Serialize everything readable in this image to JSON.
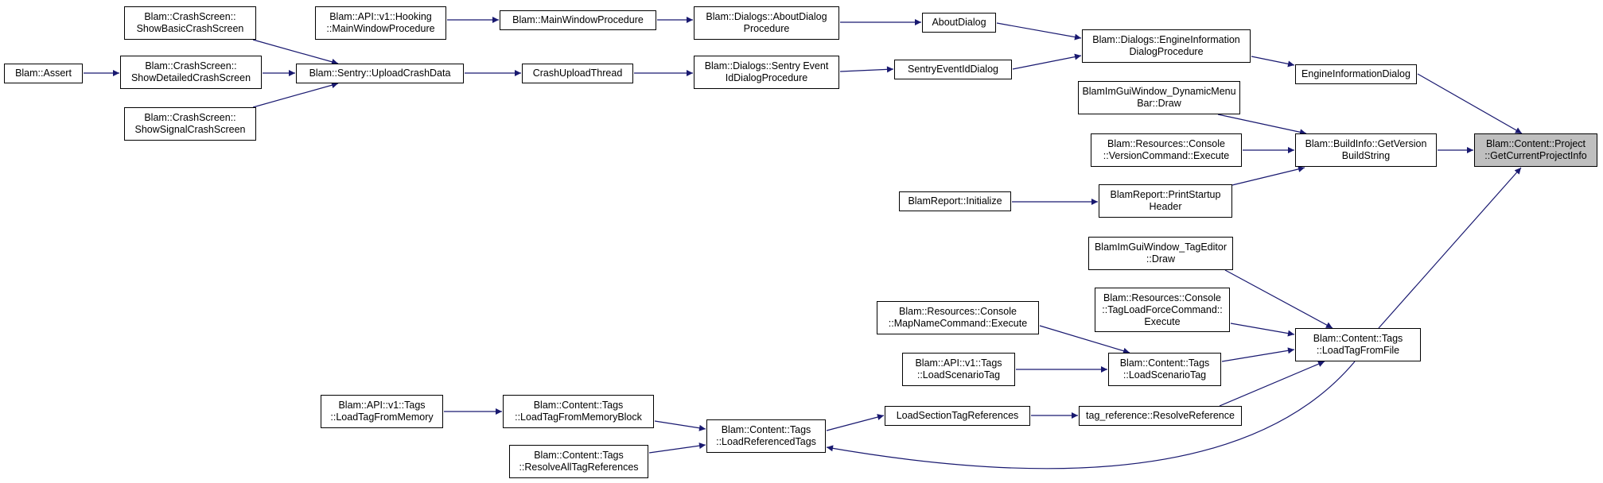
{
  "colors": {
    "edge": "#191970",
    "root_fill": "#bfbfbf",
    "node_fill": "#ffffff",
    "node_border": "#000000"
  },
  "nodes": {
    "n_root": "Blam::Content::Project\n::GetCurrentProjectInfo",
    "n_eid": "EngineInformationDialog",
    "n_bis": "Blam::BuildInfo::GetVersion\nBuildString",
    "n_ltff": "Blam::Content::Tags\n::LoadTagFromFile",
    "n_eidp": "Blam::Dialogs::EngineInformation\nDialogProcedure",
    "n_about": "AboutDialog",
    "n_sentry": "SentryEventIdDialog",
    "n_adp": "Blam::Dialogs::AboutDialog\nProcedure",
    "n_sdp": "Blam::Dialogs::Sentry Event\nIdDialogProcedure",
    "n_mwp": "Blam::MainWindowProcedure",
    "n_cut": "CrashUploadThread",
    "n_hook": "Blam::API::v1::Hooking\n::MainWindowProcedure",
    "n_ucd": "Blam::Sentry::UploadCrashData",
    "n_basic": "Blam::CrashScreen::\nShowBasicCrashScreen",
    "n_detail": "Blam::CrashScreen::\nShowDetailedCrashScreen",
    "n_signal": "Blam::CrashScreen::\nShowSignalCrashScreen",
    "n_assert": "Blam::Assert",
    "n_dmb": "BlamImGuiWindow_DynamicMenu\nBar::Draw",
    "n_vce": "Blam::Resources::Console\n::VersionCommand::Execute",
    "n_psh": "BlamReport::PrintStartup\nHeader",
    "n_rinit": "BlamReport::Initialize",
    "n_te": "BlamImGuiWindow_TagEditor\n::Draw",
    "n_tlfc": "Blam::Resources::Console\n::TagLoadForceCommand::\nExecute",
    "n_lst": "Blam::Content::Tags\n::LoadScenarioTag",
    "n_mnc": "Blam::Resources::Console\n::MapNameCommand::Execute",
    "n_apilst": "Blam::API::v1::Tags\n::LoadScenarioTag",
    "n_rr": "tag_reference::ResolveReference",
    "n_lstr": "LoadSectionTagReferences",
    "n_lrt": "Blam::Content::Tags\n::LoadReferencedTags",
    "n_ltfmb": "Blam::Content::Tags\n::LoadTagFromMemoryBlock",
    "n_ratr": "Blam::Content::Tags\n::ResolveAllTagReferences",
    "n_apiltfm": "Blam::API::v1::Tags\n::LoadTagFromMemory"
  }
}
